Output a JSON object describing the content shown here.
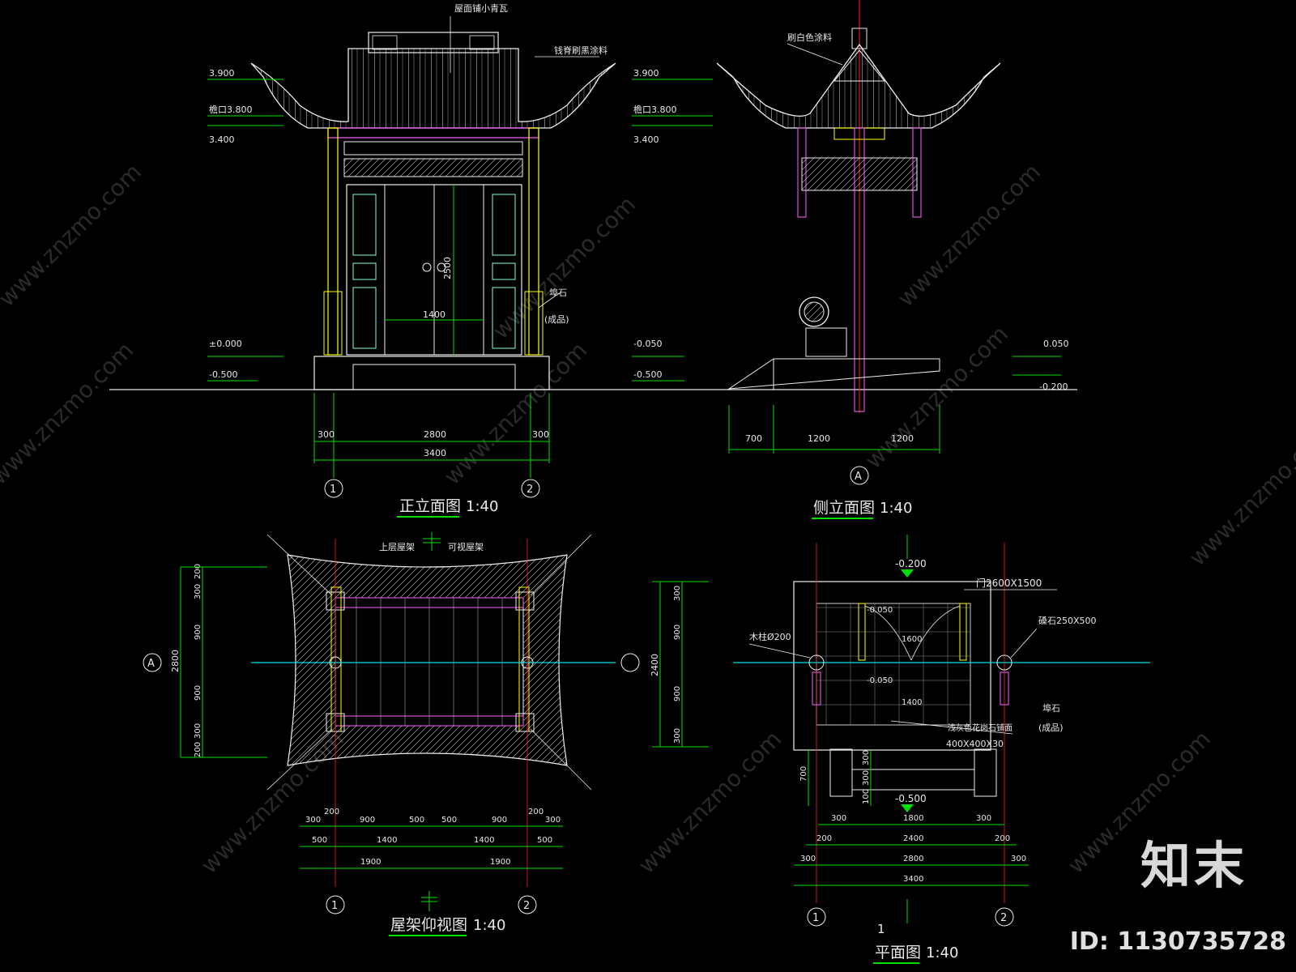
{
  "drawings": {
    "front": {
      "title": "正立面图",
      "scale": "1:40",
      "notes": {
        "ridge": "屋面铺小青瓦",
        "eave": "钱脊刷黑涂料",
        "pier": "埠石",
        "pier_sub": "(成品)"
      },
      "levels": [
        "3.900",
        "檐口3.800",
        "3.400",
        "±0.000",
        "-0.500"
      ],
      "dims": {
        "door_w": "1400",
        "door_h": "2500",
        "d1": "300",
        "d2": "2800",
        "d3": "300",
        "total": "3400"
      },
      "axes": [
        "1",
        "2"
      ]
    },
    "side": {
      "title": "侧立面图",
      "scale": "1:40",
      "notes": {
        "gable": "刷白色涂料"
      },
      "levels_left": [
        "3.900",
        "檐口3.800",
        "3.400",
        "-0.050",
        "-0.500"
      ],
      "levels_right": [
        "0.050",
        "-0.200"
      ],
      "dims": {
        "d1": "700",
        "d2": "1200",
        "d3": "1200"
      },
      "axis": "A"
    },
    "roof": {
      "title": "屋架仰视图",
      "scale": "1:40",
      "notes": {
        "upper": "上层屋架",
        "lower": "可视屋架"
      },
      "dims_left": {
        "total": "2800",
        "segments": [
          "200",
          "300",
          "900",
          "900",
          "300",
          "200"
        ]
      },
      "dims_right": {
        "total": "2400",
        "segments": [
          "300",
          "900",
          "900",
          "300"
        ]
      },
      "dims_bottom_1": [
        "300",
        "200",
        "900",
        "500",
        "500",
        "900",
        "200",
        "300"
      ],
      "dims_bottom_2": [
        "500",
        "1400",
        "1400",
        "500"
      ],
      "dims_bottom_3": [
        "1900",
        "1900"
      ],
      "axes": [
        "1",
        "2"
      ],
      "axis_side": "A"
    },
    "plan": {
      "title": "平面图",
      "scale": "1:40",
      "section_mark": "1",
      "notes": {
        "door": "门2600X1500",
        "column": "木柱Ø200",
        "stone": "磉石250X500",
        "pier": "埠石",
        "pier_sub": "(成品)",
        "paving": "浅灰色花岗石铺面",
        "paving_size": "400X400X30"
      },
      "levels": [
        "-0.200",
        "-0.050",
        "-0.050",
        "-0.500"
      ],
      "dims_inner": {
        "door": "1600",
        "opening": "1400"
      },
      "dims_left": [
        "700",
        "300",
        "300",
        "100"
      ],
      "dims_bottom_1": [
        "300",
        "1800",
        "300"
      ],
      "dims_bottom_2": [
        "200",
        "2400",
        "200"
      ],
      "dims_bottom_3": [
        "300",
        "2800",
        "300"
      ],
      "dims_bottom_4": "3400",
      "axes": [
        "1",
        "2"
      ]
    }
  },
  "watermark": "www.znzmo.com",
  "brand": {
    "name": "知末",
    "id": "ID: 1130735728"
  },
  "colors": {
    "bg": "#000000",
    "dim": "#00e000",
    "outline": "#e8e8e8",
    "axis": "#ff2020",
    "column": "#ffff00",
    "frame": "#ff60ff"
  }
}
